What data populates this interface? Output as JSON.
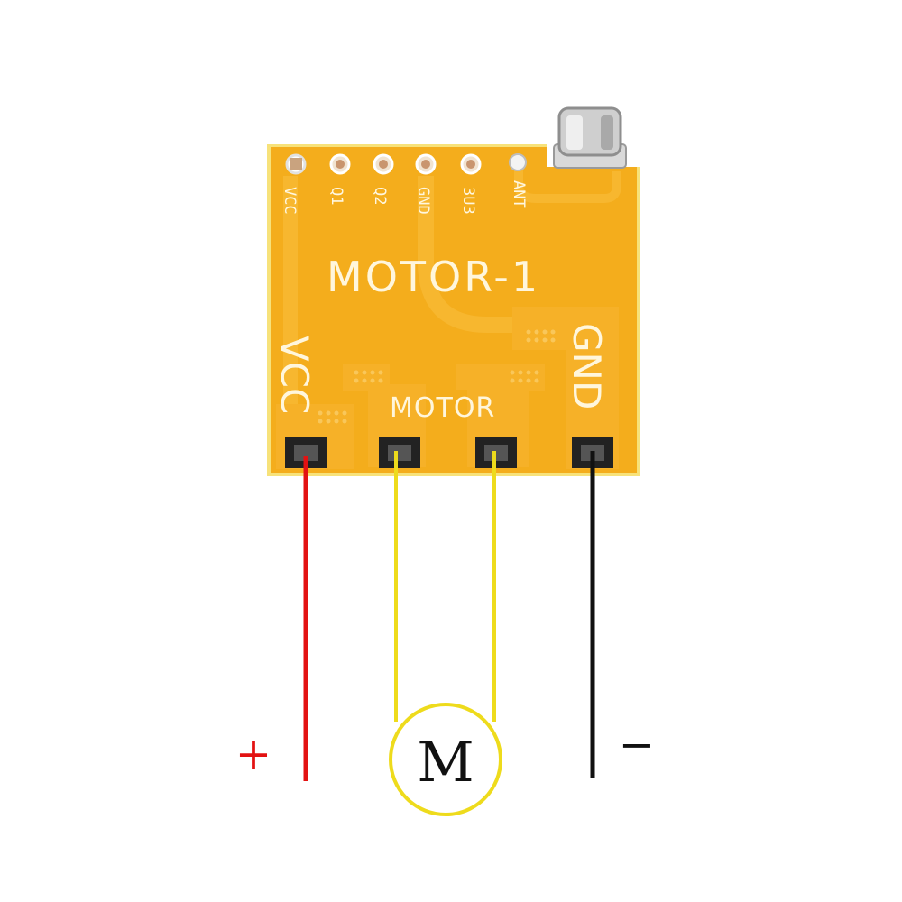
{
  "image": {
    "description_colors": {
      "background": "#ffffff",
      "board": "#f4ad1c",
      "board_edge": "#f7e27a",
      "trace": "#f7b935",
      "wire_positive": "#e31212",
      "wire_motor": "#eedb1c",
      "wire_negative": "#111111",
      "sign_positive": "#e31212",
      "sign_negative": "#111111"
    }
  },
  "board": {
    "title": "MOTOR-1",
    "pins": [
      "VCC",
      "Q1",
      "Q2",
      "GND",
      "3U3",
      "ANT"
    ],
    "pad_labels": {
      "vcc": "VCC",
      "motor": "MOTOR",
      "gnd": "GND"
    }
  },
  "schematic": {
    "motor_symbol": "M",
    "positive_sign": "+",
    "negative_sign": "−"
  }
}
